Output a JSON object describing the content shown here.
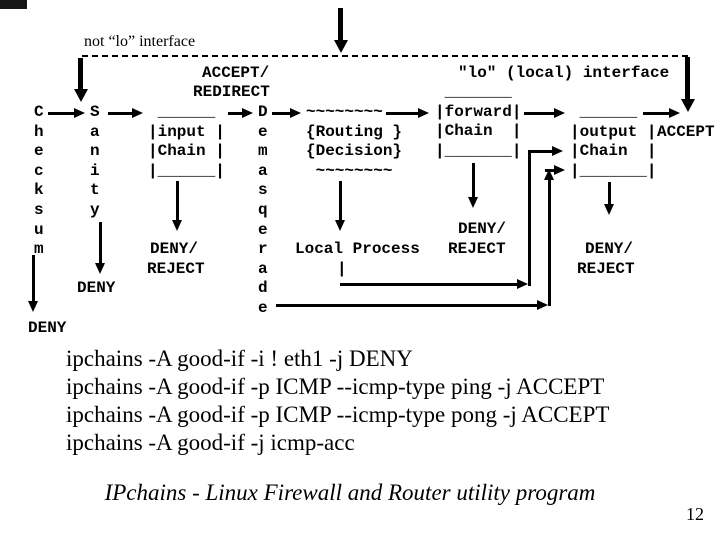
{
  "diagram": {
    "not_lo_label": "not “lo” interface",
    "lo_label": "\"lo\" (local) interface",
    "accept_label": "ACCEPT/",
    "redirect_label": "REDIRECT",
    "checksum_column": "C\nh\ne\nc\nk\ns\nu\nm",
    "sanity_column": "S\na\nn\ni\nt\ny",
    "demasquerade_column": "D\ne\nm\na\ns\nq\ne\nr\na\nd\ne",
    "input_chain_box": " ______\n|input |\n|Chain |\n|______|",
    "routing_decision_box": "~~~~~~~~\n{Routing }\n{Decision}\n ~~~~~~~~",
    "forward_chain_box": " _______\n|forward|\n|Chain  |\n|_______|",
    "output_chain_box": " ______\n|output |\n|Chain  |\n|_______|",
    "accept_final_label": "ACCEPT",
    "local_process_label": "Local Process",
    "local_process_pipe": "|",
    "deny_slash_label": "DENY/",
    "reject_label": "REJECT",
    "deny_label": "DENY"
  },
  "commands": {
    "lines": [
      "ipchains -A good-if -i ! eth1 -j DENY",
      "ipchains -A good-if -p ICMP --icmp-type ping -j ACCEPT",
      "ipchains -A good-if -p ICMP --icmp-type pong -j ACCEPT",
      "ipchains -A good-if -j icmp-acc"
    ]
  },
  "caption": "IPchains - Linux Firewall and Router utility program",
  "page_number": "12",
  "colors": {
    "foreground": "#000000",
    "background": "#ffffff"
  }
}
